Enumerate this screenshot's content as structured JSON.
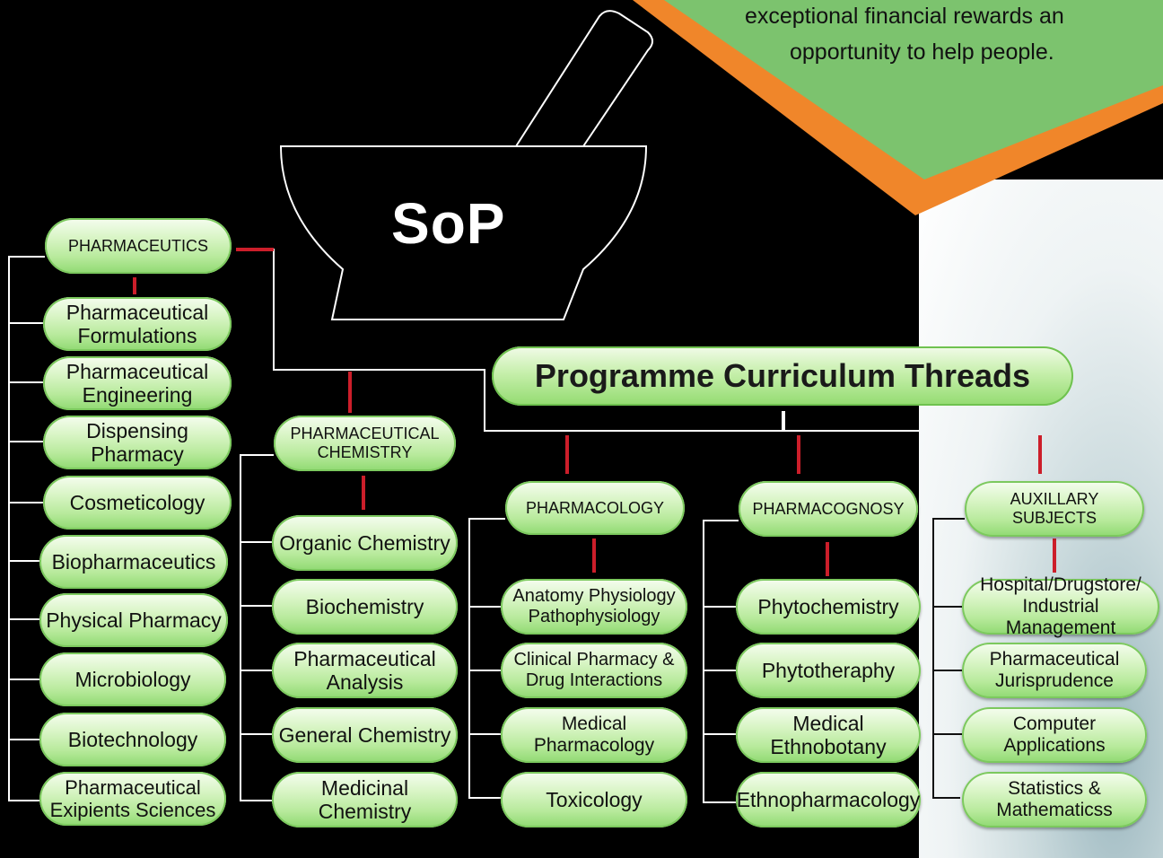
{
  "banner": {
    "line1": "exceptional financial rewards an",
    "line2": "opportunity to help people."
  },
  "logo": {
    "text": "SoP"
  },
  "title": "Programme Curriculum Threads",
  "colors": {
    "banner_green": "#7cc36e",
    "banner_orange": "#f0862a",
    "connector_red": "#cc1e2a",
    "pill_green": "#b8ea9c"
  },
  "columns": [
    {
      "heading": "PHARMACEUTICS",
      "items": [
        "Pharmaceutical Formulations",
        "Pharmaceutical Engineering",
        "Dispensing Pharmacy",
        "Cosmeticology",
        "Biopharmaceutics",
        "Physical Pharmacy",
        "Microbiology",
        "Biotechnology",
        "Pharmaceutical Exipients Sciences"
      ]
    },
    {
      "heading": "PHARMACEUTICAL CHEMISTRY",
      "items": [
        "Organic Chemistry",
        "Biochemistry",
        "Pharmaceutical Analysis",
        "General Chemistry",
        "Medicinal Chemistry"
      ]
    },
    {
      "heading": "PHARMACOLOGY",
      "items": [
        "Anatomy Physiology Pathophysiology",
        "Clinical Pharmacy & Drug Interactions",
        "Medical Pharmacology",
        "Toxicology"
      ]
    },
    {
      "heading": "PHARMACOGNOSY",
      "items": [
        "Phytochemistry",
        "Phytotheraphy",
        "Medical Ethnobotany",
        "Ethnopharmacology"
      ]
    },
    {
      "heading": "AUXILLARY SUBJECTS",
      "items": [
        "Hospital/Drugstore/ Industrial Management",
        "Pharmaceutical Jurisprudence",
        "Computer Applications",
        "Statistics & Mathematicss"
      ]
    }
  ]
}
